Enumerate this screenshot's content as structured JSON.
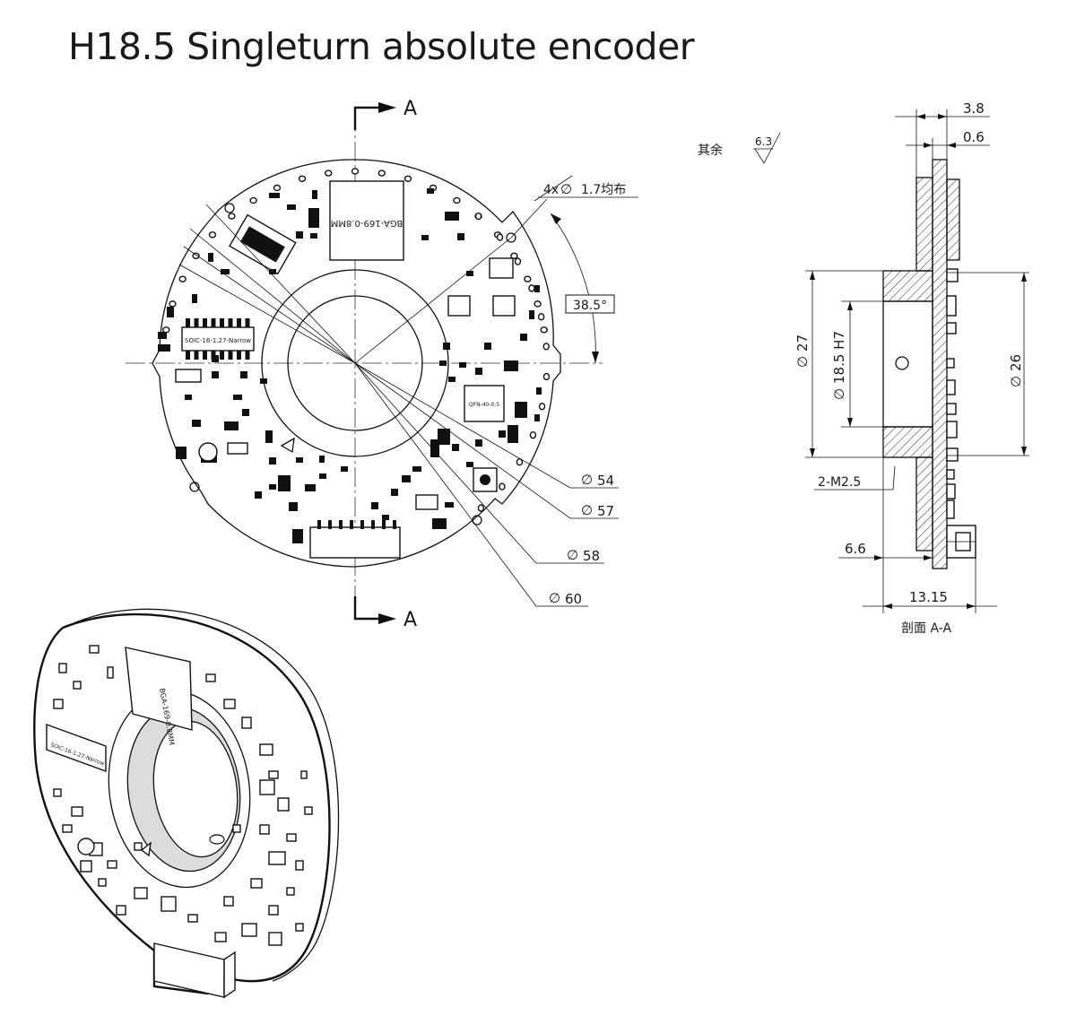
{
  "title": "H18.5 Singleturn absolute encoder",
  "front_view": {
    "section_marks": [
      "A",
      "A"
    ],
    "hole_note": "4x",
    "hole_note_value": "1.7均布",
    "angle": "38.5°",
    "diameters": [
      "54",
      "57",
      "58",
      "60"
    ],
    "chip_labels": [
      "BGA-169-0.8MM",
      "SOIC-16-1.27-Narrow",
      "QFN-40-0.5"
    ]
  },
  "side_view": {
    "roughness_prefix": "其余",
    "roughness_value": "6.3",
    "dims_top": [
      "3.8",
      "0.6"
    ],
    "dia_left": [
      "27",
      "18.5 H7"
    ],
    "dia_right": "26",
    "thread": "2-M2.5",
    "dims_bottom": [
      "6.6",
      "13.15"
    ],
    "section_label": "剖面  A-A"
  },
  "colors": {
    "line": "#111111",
    "background": "#ffffff"
  }
}
